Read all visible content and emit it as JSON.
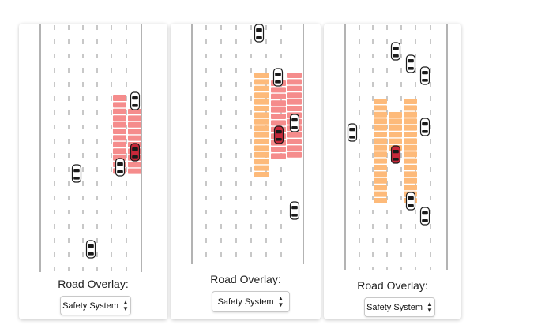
{
  "colors": {
    "ego_car": "#c8283a",
    "other_car": "#ffffff",
    "zone_red": "#f58c8c",
    "zone_orange": "#fdba7a",
    "lane_mark": "#9a9a9a",
    "edge_line": "#8a8a8a"
  },
  "panels": [
    {
      "overlay_label": "Road Overlay:",
      "select_value": "Safety System",
      "select_icon": "updown-arrows-icon"
    },
    {
      "overlay_label": "Road Overlay:",
      "select_value": "Safety System",
      "select_icon": "updown-arrows-icon"
    },
    {
      "overlay_label": "Road Overlay:",
      "select_value": "Safety System",
      "select_icon": "updown-arrows-icon"
    }
  ]
}
